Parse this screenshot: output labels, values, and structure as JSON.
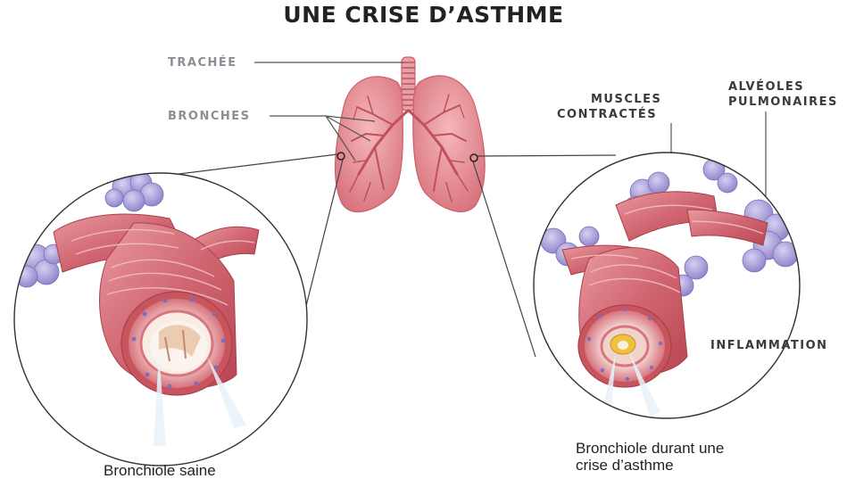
{
  "diagram": {
    "title": "UNE CRISE D’ASTHME",
    "labels": {
      "trachea": "TRACHÉE",
      "bronchi": "BRONCHES",
      "muscles_line1": "MUSCLES",
      "muscles_line2": "CONTRACTÉS",
      "alveoli_line1": "ALVÉOLES",
      "alveoli_line2": "PULMONAIRES",
      "inflammation": "INFLAMMATION"
    },
    "captions": {
      "healthy": "Bronchiole saine",
      "asthma_line1": "Bronchiole durant une",
      "asthma_line2": "crise d’asthme"
    }
  },
  "colors": {
    "lung": "#e08c94",
    "lung_dark": "#c4525e",
    "airway": "#c2505c",
    "bronchiole_wall": "#d9767d",
    "bronchiole_outer": "#c8545e",
    "alveoli": "#a8a0d8",
    "inflammation": "#f0c040",
    "line": "#444444",
    "text_dark": "#222222",
    "text_grey": "#8a8f95"
  }
}
